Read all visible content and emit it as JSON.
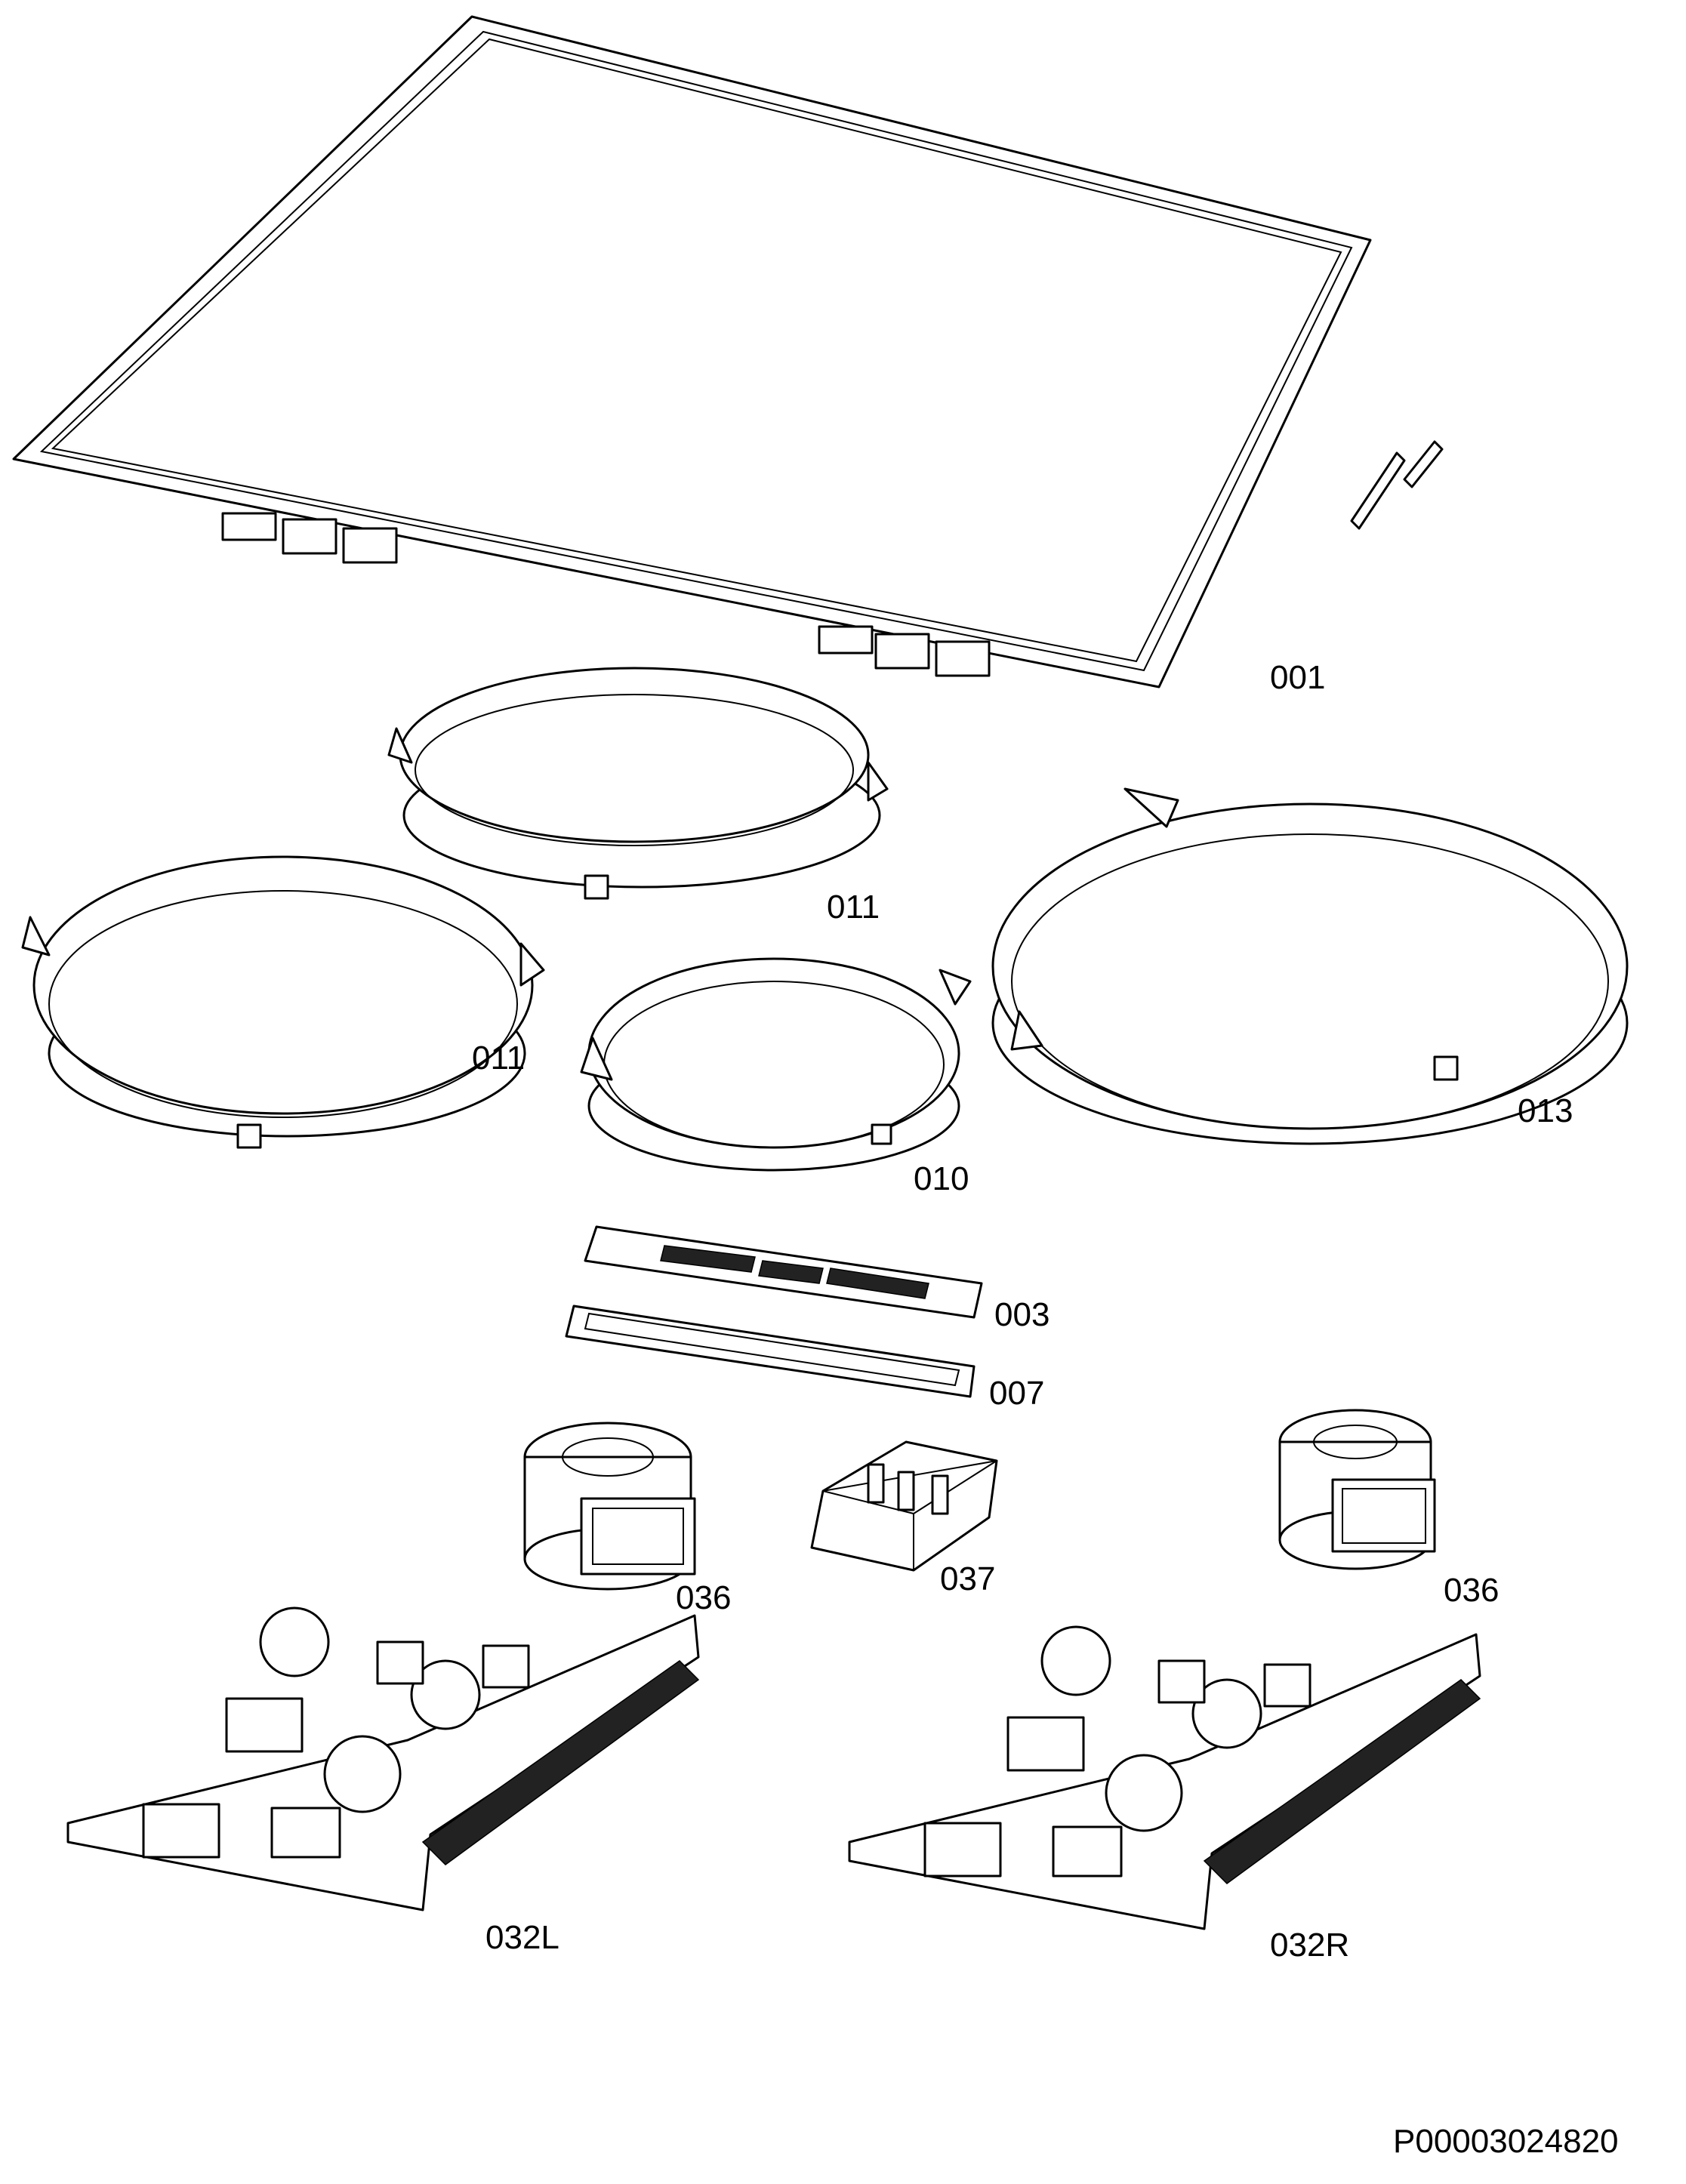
{
  "labels": {
    "cooktop_glass": "001",
    "zone_top": "011",
    "zone_left": "011",
    "zone_small": "010",
    "zone_large": "013",
    "control_board": "003",
    "control_support": "007",
    "fan_left": "036",
    "fan_right": "036",
    "filter_module": "037",
    "power_board_left": "032L",
    "power_board_right": "032R",
    "drawing_id": "P00003024820"
  }
}
